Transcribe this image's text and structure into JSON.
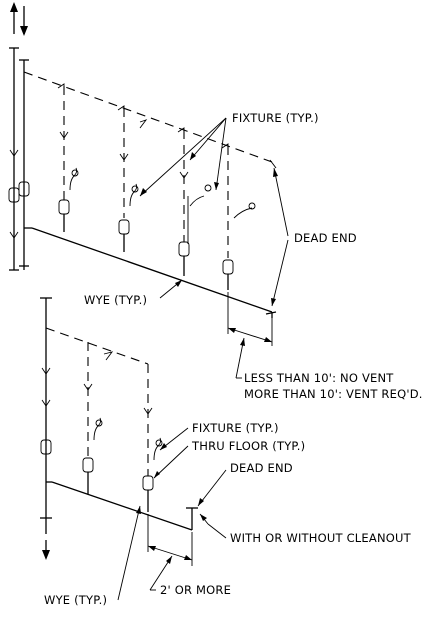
{
  "upper_diagram": {
    "fixture_label": "FIXTURE (TYP.)",
    "dead_end_label": "DEAD END",
    "wye_label": "WYE (TYP.)",
    "distance_note_line1": "LESS THAN 10': NO VENT",
    "distance_note_line2": "MORE THAN 10': VENT REQ'D."
  },
  "lower_diagram": {
    "fixture_label": "FIXTURE (TYP.)",
    "thru_floor_label": "THRU FLOOR (TYP.)",
    "dead_end_label": "DEAD END",
    "cleanout_label": "WITH OR WITHOUT CLEANOUT",
    "wye_label": "WYE (TYP.)",
    "distance_label": "2' OR MORE"
  }
}
